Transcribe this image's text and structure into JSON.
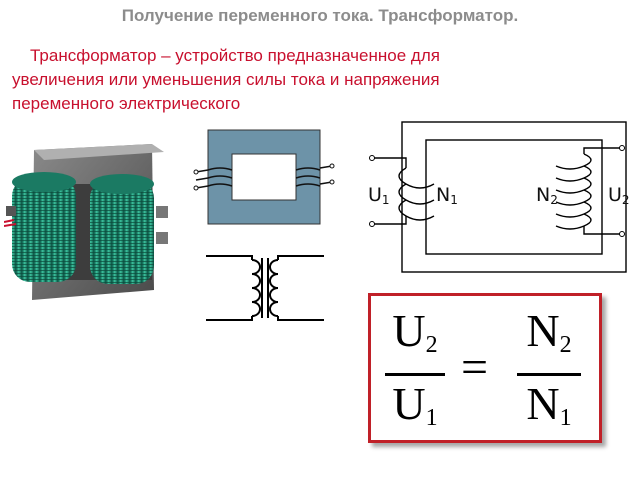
{
  "title": "Получение переменного тока. Трансформатор.",
  "description": {
    "line1": "Трансформатор – устройство предназначенное для",
    "line2": "увеличения или уменьшения силы тока и напряжения",
    "line3": "переменного электрического"
  },
  "diagram": {
    "u1_main": "U",
    "u1_sub": "1",
    "n1_main": "N",
    "n1_sub": "1",
    "n2_main": "N",
    "n2_sub": "2",
    "u2_main": "U",
    "u2_sub": "2"
  },
  "formula": {
    "num_left_main": "U",
    "num_left_sub": "2",
    "den_left_main": "U",
    "den_left_sub": "1",
    "equals": "=",
    "num_right_main": "N",
    "num_right_sub": "2",
    "den_right_main": "N",
    "den_right_sub": "1"
  },
  "colors": {
    "title": "#8c8c8c",
    "text": "#c8102e",
    "coil": "#2aa58a",
    "frame": "#c02028"
  }
}
